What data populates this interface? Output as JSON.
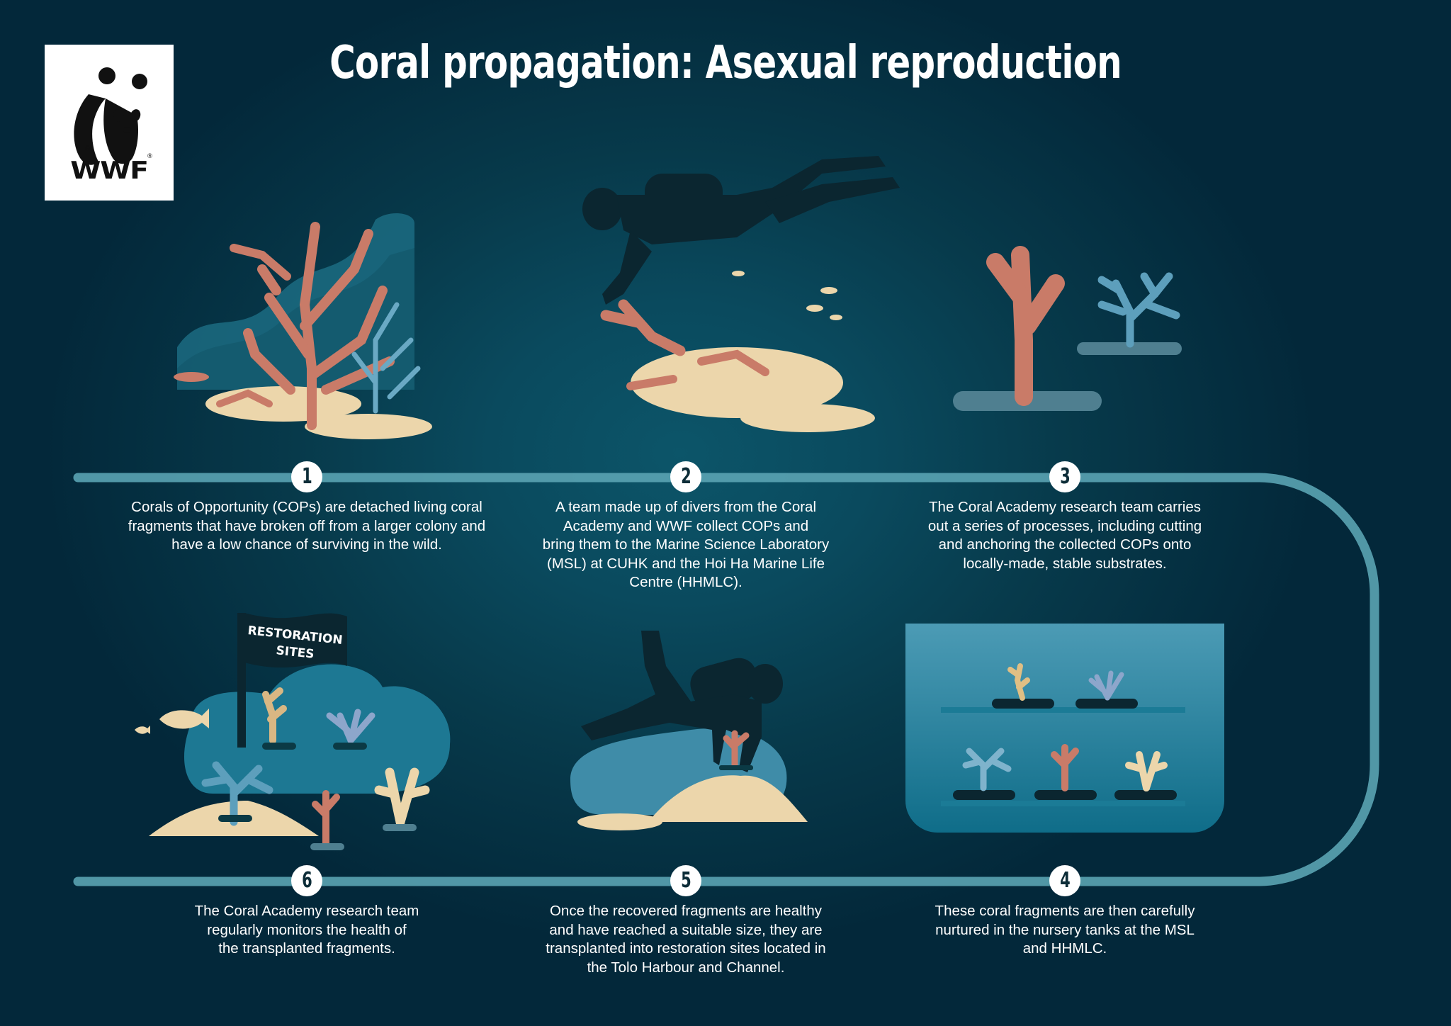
{
  "logo": {
    "brand": "WWF",
    "icon": "panda-logo-icon"
  },
  "title": "Coral propagation: Asexual reproduction",
  "colors": {
    "background": "#03283a",
    "track": "#5aa3b3",
    "coral_pink": "#c97b68",
    "sand": "#ecd6ab",
    "coral_blue": "#6aa9c4",
    "silhouette": "#0b2630",
    "text": "#ffffff"
  },
  "flag": {
    "line1": "RESTORATION",
    "line2": "SITES"
  },
  "steps": [
    {
      "number": "1",
      "illustration": "broken-coral-colony-icon",
      "text": "Corals of Opportunity (COPs) are detached living coral fragments that have broken off from a larger colony and have a low chance of surviving in the wild.",
      "lines": [
        "Corals of Opportunity (COPs) are detached living coral",
        "fragments that have broken off from a larger colony and",
        "have a low chance of surviving in the wild."
      ]
    },
    {
      "number": "2",
      "illustration": "diver-collecting-coral-icon",
      "text": "A team made up of divers from the Coral Academy and WWF collect COPs and bring them to the Marine Science Laboratory (MSL) at CUHK and the Hoi Ha Marine Life Centre (HHMLC).",
      "lines": [
        "A team made up of divers from the Coral",
        "Academy and WWF collect COPs and",
        "bring them to the Marine Science Laboratory",
        "(MSL) at CUHK and the Hoi Ha Marine Life",
        "Centre (HHMLC)."
      ]
    },
    {
      "number": "3",
      "illustration": "coral-on-substrate-icon",
      "text": "The Coral Academy research team carries out a series of processes, including cutting and anchoring the collected COPs onto locally-made, stable substrates.",
      "lines": [
        "The Coral Academy research team carries",
        "out a series of processes, including cutting",
        "and anchoring the collected COPs onto",
        "locally-made, stable substrates."
      ]
    },
    {
      "number": "4",
      "illustration": "nursery-tank-icon",
      "text": "These coral fragments are then carefully nurtured in the nursery tanks at the MSL and HHMLC.",
      "lines": [
        "These coral fragments are then carefully",
        "nurtured in the nursery tanks at the MSL",
        "and HHMLC."
      ]
    },
    {
      "number": "5",
      "illustration": "diver-transplanting-coral-icon",
      "text": "Once the recovered fragments are healthy and have reached a suitable size, they are transplanted into restoration sites located in the Tolo Harbour and Channel.",
      "lines": [
        "Once the recovered fragments are healthy",
        "and have reached a suitable size, they are",
        "transplanted into restoration sites located in",
        "the Tolo Harbour and Channel."
      ]
    },
    {
      "number": "6",
      "illustration": "restoration-site-icon",
      "text": "The Coral Academy research team regularly monitors the health of the transplanted fragments.",
      "lines": [
        "The Coral Academy research team",
        "regularly monitors the health of",
        "the transplanted fragments."
      ]
    }
  ]
}
